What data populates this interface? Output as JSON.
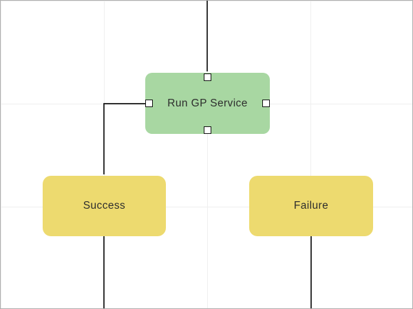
{
  "canvas": {
    "background": "#ffffff",
    "grid_color": "#efefef",
    "border_color": "#aeaeae",
    "connector_color": "#111111"
  },
  "nodes": [
    {
      "id": "run-gp-service",
      "label": "Run GP Service",
      "fill": "#a8d7a2",
      "text_color": "#2d2d2d",
      "selected": true,
      "ports": [
        "top",
        "bottom",
        "left",
        "right"
      ]
    },
    {
      "id": "success",
      "label": "Success",
      "fill": "#edda6f",
      "text_color": "#2d2d2d",
      "selected": false
    },
    {
      "id": "failure",
      "label": "Failure",
      "fill": "#edda6f",
      "text_color": "#2d2d2d",
      "selected": false
    }
  ],
  "connectors": [
    {
      "id": "incoming-top",
      "from": "offscreen-top",
      "to": "run-gp-service",
      "arrow": true
    },
    {
      "id": "run-gp-service-to-success",
      "from": "run-gp-service",
      "to": "success",
      "arrow": true
    },
    {
      "id": "success-outgoing",
      "from": "success",
      "to": "offscreen-bottom",
      "arrow": false
    },
    {
      "id": "failure-outgoing",
      "from": "failure",
      "to": "offscreen-bottom",
      "arrow": false
    }
  ]
}
